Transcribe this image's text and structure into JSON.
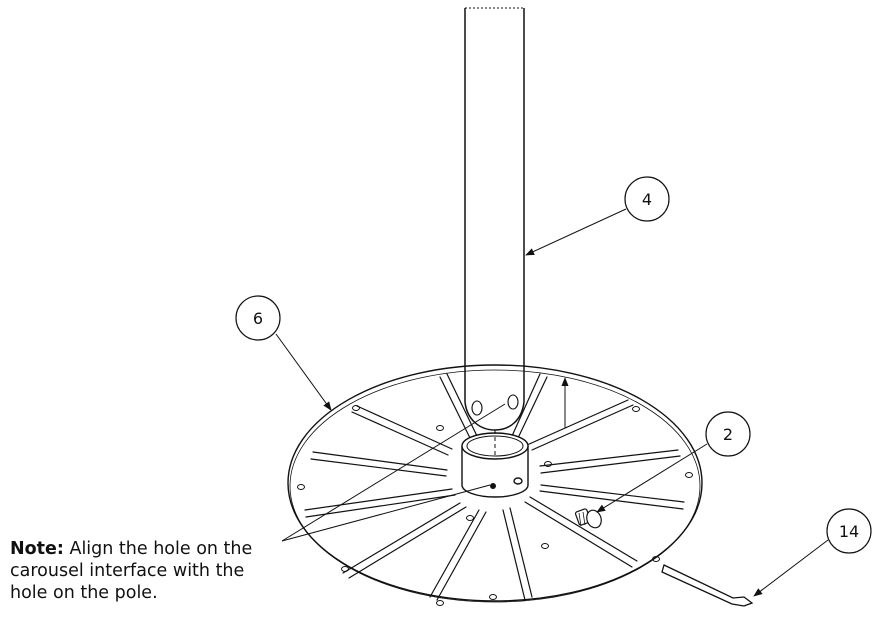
{
  "callouts": [
    {
      "id": "c4",
      "label": "4"
    },
    {
      "id": "c6",
      "label": "6"
    },
    {
      "id": "c2",
      "label": "2"
    },
    {
      "id": "c14",
      "label": "14"
    }
  ],
  "note": {
    "label": "Note:",
    "line1": " Align the hole on the",
    "line2": "carousel interface with the",
    "line3": "hole on the pole."
  },
  "colors": {
    "line": "#111111",
    "background": "#ffffff"
  }
}
